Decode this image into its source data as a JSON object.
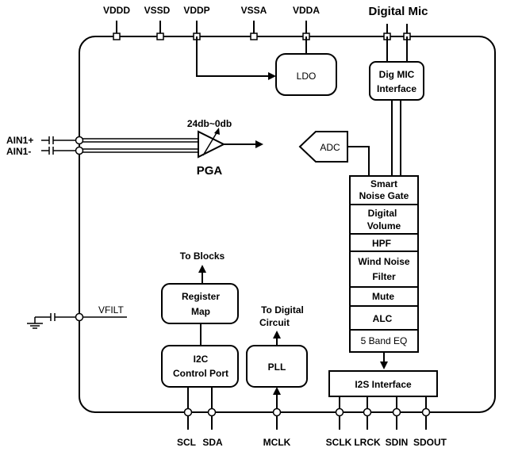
{
  "top_pins": {
    "vddd": "VDDD",
    "vssd": "VSSD",
    "vddp": "VDDP",
    "vssa": "VSSA",
    "vdda": "VDDA",
    "digital_mic": "Digital Mic"
  },
  "left_pins": {
    "ain1p": "AIN1+",
    "ain1n": "AIN1-",
    "vfilt": "VFILT"
  },
  "bottom_pins": {
    "scl": "SCL",
    "sda": "SDA",
    "mclk": "MCLK",
    "sclk": "SCLK",
    "lrck": "LRCK",
    "sdin": "SDIN",
    "sdout": "SDOUT"
  },
  "blocks": {
    "ldo": "LDO",
    "dig_mic_1": "Dig MIC",
    "dig_mic_2": "Interface",
    "adc": "ADC",
    "pga": "PGA",
    "pga_gain": "24db~0db",
    "register_map_1": "Register",
    "register_map_2": "Map",
    "to_blocks": "To Blocks",
    "i2c_1": "I2C",
    "i2c_2": "Control Port",
    "pll": "PLL",
    "to_digital_1": "To Digital",
    "to_digital_2": "Circuit",
    "i2s": "I2S Interface"
  },
  "dsp_chain": [
    [
      "Smart",
      "Noise Gate"
    ],
    [
      "Digital",
      "Volume"
    ],
    [
      "HPF"
    ],
    [
      "Wind Noise",
      "Filter"
    ],
    [
      "Mute"
    ],
    [
      "ALC"
    ],
    [
      "5 Band EQ"
    ]
  ]
}
